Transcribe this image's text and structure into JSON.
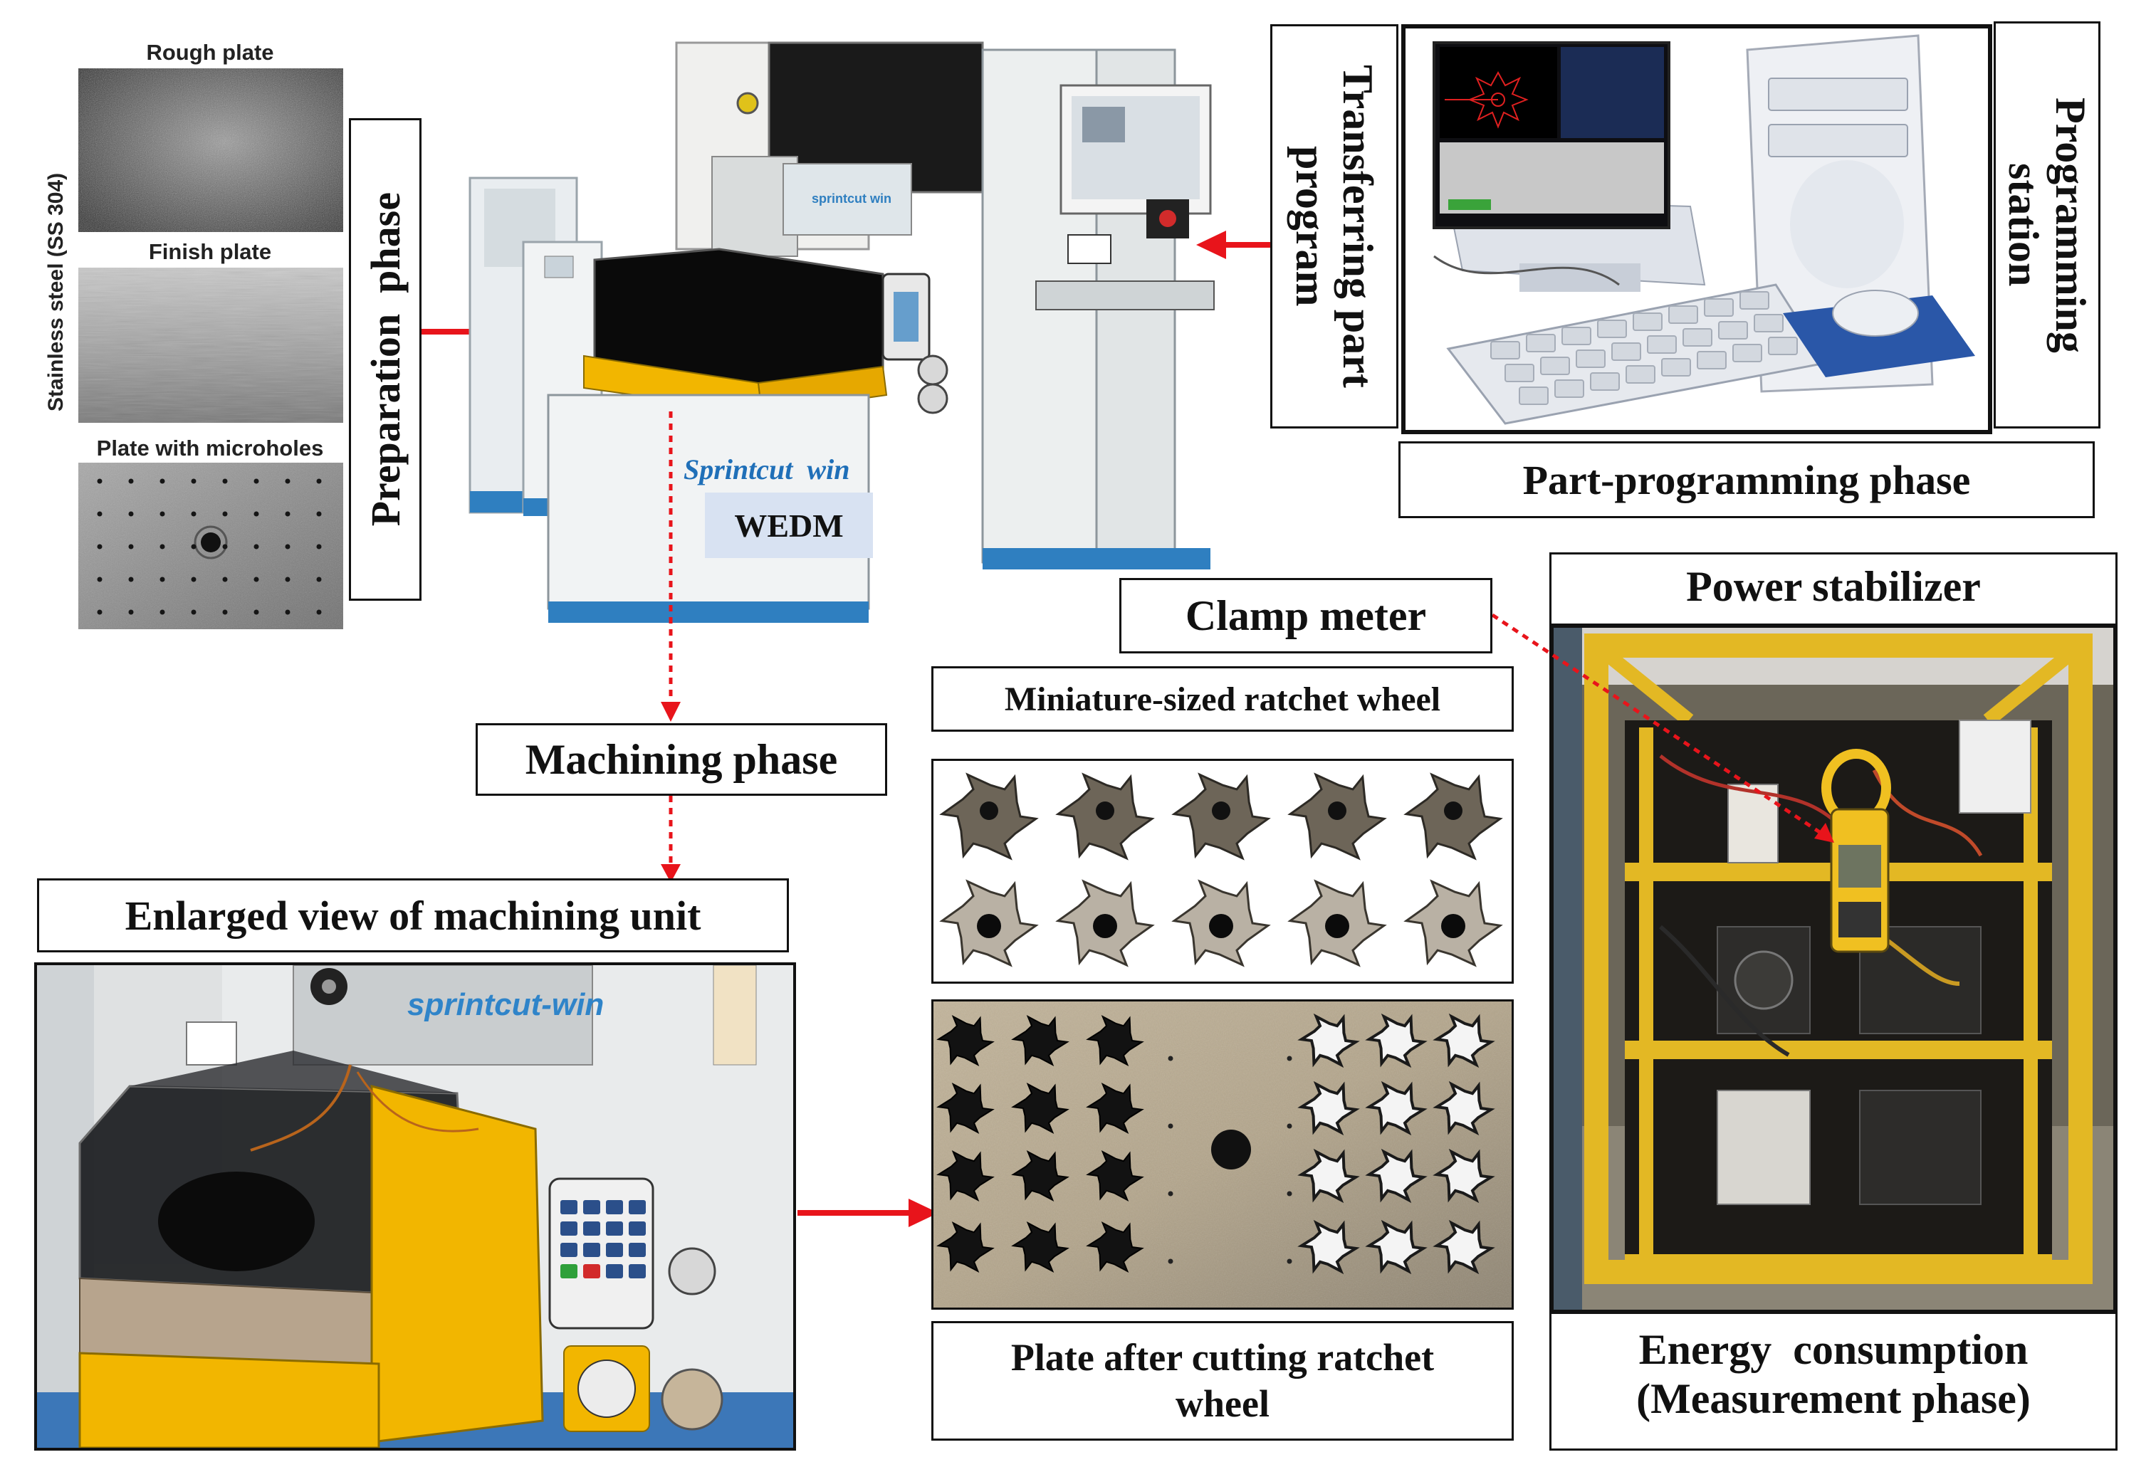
{
  "samples": {
    "material_label": "Stainless steel (SS 304)",
    "rough_label": "Rough plate",
    "finish_label": "Finish plate",
    "microholes_label": "Plate with microholes"
  },
  "phases": {
    "preparation": "Preparation  phase",
    "machining": "Machining phase",
    "part_programming": "Part-programming phase",
    "transferring": "Transferring part program",
    "programming_station": "Programming station",
    "measurement_line1": "Energy  consumption",
    "measurement_line2": "(Measurement phase)"
  },
  "machine": {
    "brand": "Sprintcut  win",
    "name": "WEDM",
    "panel_logo": "sprintcut win",
    "unit_logo": "sprintcut-win"
  },
  "labels": {
    "enlarged_view": "Enlarged view of machining unit",
    "ratchet_wheel": "Miniature-sized ratchet wheel",
    "plate_after_line1": "Plate after cutting ratchet",
    "plate_after_line2": "wheel",
    "clamp_meter": "Clamp meter",
    "power_stabilizer": "Power stabilizer"
  },
  "colors": {
    "arrow": "#e8141b",
    "machine_yellow": "#f2b600",
    "machine_blue": "#2f7fc0",
    "stabilizer_yellow": "#e3b824"
  },
  "icons": [
    "arrow-right-icon",
    "arrow-left-icon",
    "arrow-down-dotted-icon",
    "dotted-pointer-icon"
  ]
}
